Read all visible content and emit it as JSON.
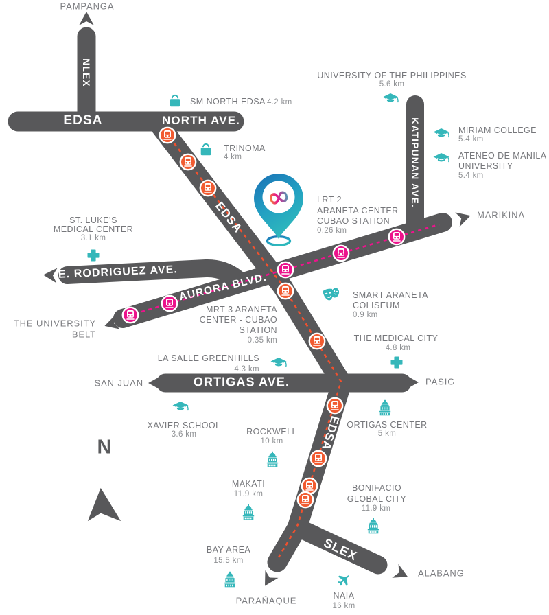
{
  "colors": {
    "road": "#58585A",
    "road_label": "#FFFFFF",
    "landmark_text": "#76777B",
    "distance_text": "#8F9194",
    "teal_icon": "#35B7BA",
    "mrt3_orange": "#F15B31",
    "lrt2_pink": "#EC138C",
    "pin_blue": "#1A6FB5",
    "pin_teal": "#2FB9BC",
    "logo_orange": "#F7A21B"
  },
  "roads": {
    "edsa_top": "EDSA",
    "north_ave": "NORTH AVE.",
    "nlex": "NLEX",
    "katipunan": "KATIPUNAN AVE.",
    "e_rodriguez": "E. RODRIGUEZ AVE.",
    "aurora": "AURORA BLVD.",
    "ortigas": "ORTIGAS AVE.",
    "edsa_mid": "EDSA",
    "edsa_lower": "EDSA",
    "slex": "SLEX"
  },
  "directions": {
    "pampanga": "PAMPANGA",
    "marikina": "MARIKINA",
    "san_juan": "SAN JUAN",
    "pasig": "PASIG",
    "university_belt": {
      "line1": "THE UNIVERSITY",
      "line2": "BELT"
    },
    "alabang": "ALABANG",
    "paranaque": "PARAÑAQUE"
  },
  "stations": {
    "lrt2": {
      "line1": "LRT-2",
      "line2": "ARANETA CENTER -",
      "line3": "CUBAO STATION",
      "distance": "0.26 km"
    },
    "mrt3": {
      "line1": "MRT-3 ARANETA",
      "line2": "CENTER - CUBAO",
      "line3": "STATION",
      "distance": "0.35 km"
    }
  },
  "landmarks": {
    "sm_north_edsa": {
      "name": "SM NORTH EDSA",
      "distance": "4.2 km",
      "icon": "shopping-bag-icon"
    },
    "trinoma": {
      "name": "TRINOMA",
      "distance": "4 km",
      "icon": "shopping-bag-icon"
    },
    "up": {
      "name": "UNIVERSITY OF THE PHILIPPINES",
      "distance": "5.6 km",
      "icon": "graduation-cap-icon"
    },
    "miriam": {
      "name": "MIRIAM COLLEGE",
      "distance": "5.4 km",
      "icon": "graduation-cap-icon"
    },
    "ateneo": {
      "line1": "ATENEO DE MANILA",
      "line2": "UNIVERSITY",
      "distance": "5.4 km",
      "icon": "graduation-cap-icon"
    },
    "st_lukes": {
      "line1": "ST. LUKE’S",
      "line2": "MEDICAL CENTER",
      "distance": "3.1 km",
      "icon": "medical-cross-icon"
    },
    "smart_araneta": {
      "line1": "SMART ARANETA",
      "line2": "COLISEUM",
      "distance": "0.9 km",
      "icon": "theater-masks-icon"
    },
    "medical_city": {
      "name": "THE MEDICAL CITY",
      "distance": "4.8 km",
      "icon": "medical-cross-icon"
    },
    "la_salle": {
      "name": "LA SALLE GREENHILLS",
      "distance": "4.3 km",
      "icon": "graduation-cap-icon"
    },
    "xavier": {
      "name": "XAVIER SCHOOL",
      "distance": "3.6 km",
      "icon": "graduation-cap-icon"
    },
    "rockwell": {
      "name": "ROCKWELL",
      "distance": "10 km",
      "icon": "building-icon"
    },
    "ortigas_center": {
      "name": "ORTIGAS CENTER",
      "distance": "5 km",
      "icon": "building-icon"
    },
    "makati": {
      "name": "MAKATI",
      "distance": "11.9 km",
      "icon": "building-icon"
    },
    "bgc": {
      "line1": "BONIFACIO",
      "line2": "GLOBAL CITY",
      "distance": "11.9 km",
      "icon": "building-icon"
    },
    "bay_area": {
      "name": "BAY AREA",
      "distance": "15.5 km",
      "icon": "building-icon"
    },
    "naia": {
      "name": "NAIA",
      "distance": "16 km",
      "icon": "airplane-icon"
    }
  },
  "pin": {
    "logo_glyph": "∞"
  },
  "compass": {
    "north": "N"
  }
}
